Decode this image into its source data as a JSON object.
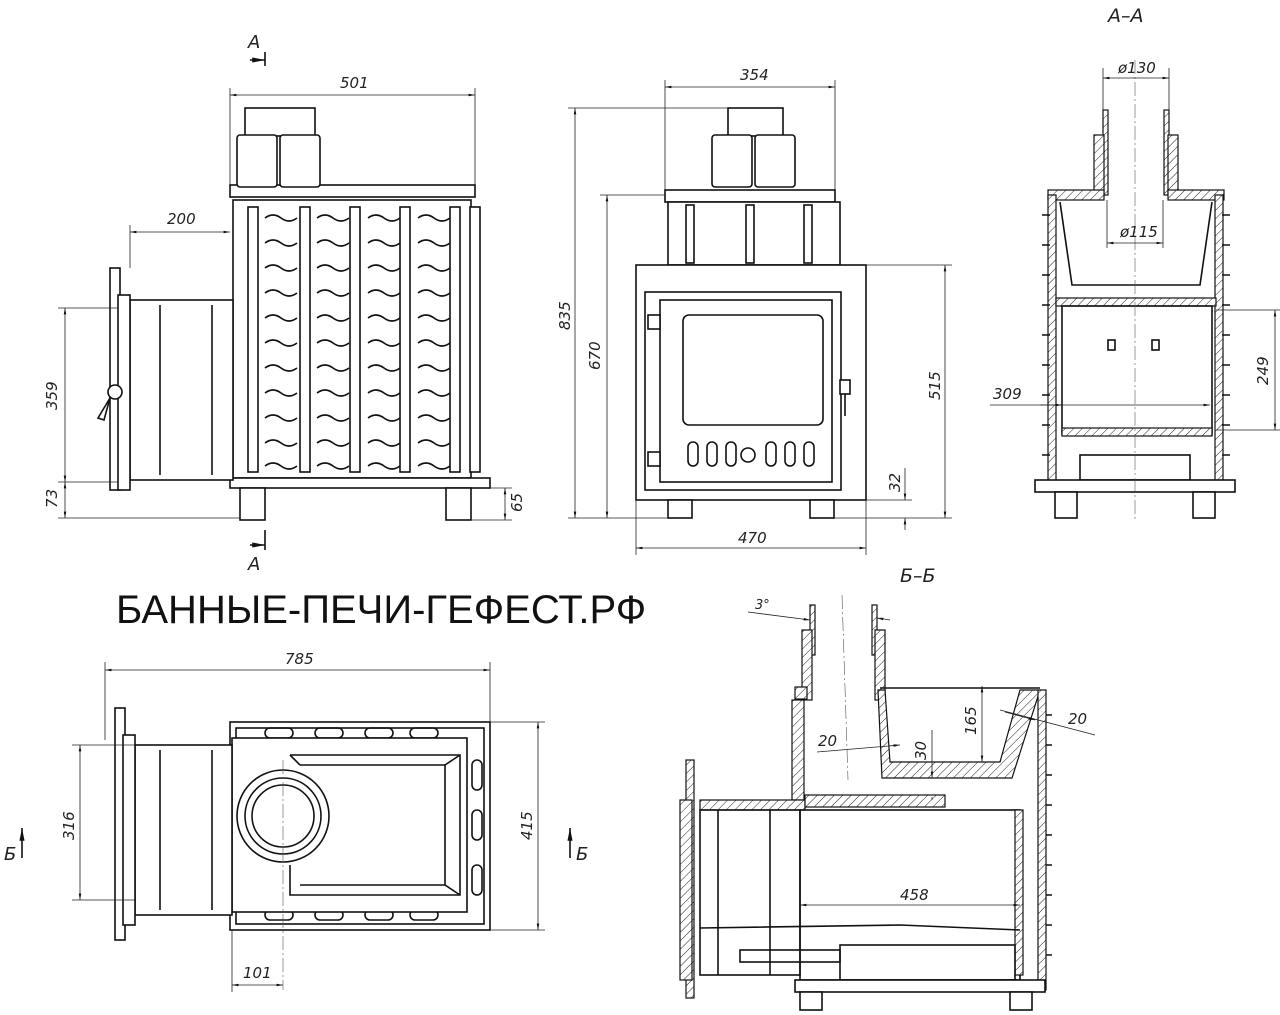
{
  "watermark": "БАННЫЕ-ПЕЧИ-ГЕФЕСТ.РФ",
  "side_view": {
    "section_mark_top": "A",
    "section_mark_bottom": "A",
    "width": "501",
    "door_offset": "200",
    "door_height": "359",
    "bottom_offset": "73",
    "leg_height": "65"
  },
  "front_view": {
    "top_width": "354",
    "total_height": "835",
    "body_height": "670",
    "box_height": "515",
    "leg_gap": "32",
    "width": "470"
  },
  "section_aa": {
    "title": "A–A",
    "chimney_outer": "ø130",
    "chimney_inner": "ø115",
    "inner_height": "249",
    "inner_width": "309"
  },
  "section_bb": {
    "title": "Б–Б",
    "angle": "3°",
    "tank_depth": "165",
    "wall_thickness": "20",
    "side_thickness": "20",
    "gap": "30",
    "firebox_length": "458"
  },
  "top_view": {
    "length": "785",
    "door_height": "316",
    "depth": "415",
    "chimney_offset": "101",
    "section_mark_left": "Б",
    "section_mark_right": "Б"
  }
}
